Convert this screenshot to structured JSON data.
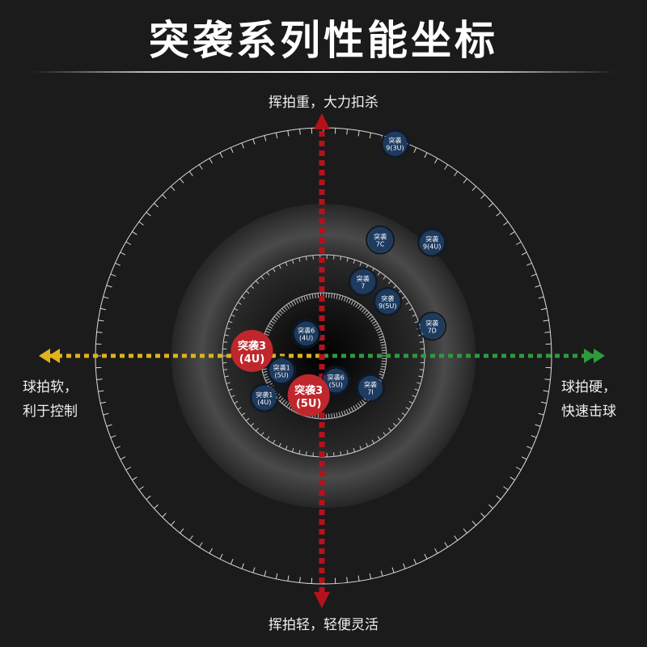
{
  "title": "突袭系列性能坐标",
  "axes": {
    "top": "挥拍重，大力扣杀",
    "bottom": "挥拍轻，轻便灵活",
    "left_line1": "球拍软，",
    "left_line2": "利于控制",
    "right_line1": "球拍硬，",
    "right_line2": "快速击球"
  },
  "colors": {
    "background": "#1b1b1b",
    "product_node": "#1d3a5f",
    "highlight_node": "#c0272d",
    "vertical_axis": "#b3121d",
    "left_axis": "#e0b21c",
    "right_axis": "#2f9a3c"
  },
  "chart_data": {
    "type": "scatter",
    "x_axis": {
      "negative_label": "球拍软，利于控制",
      "positive_label": "球拍硬，快速击球"
    },
    "y_axis": {
      "negative_label": "挥拍轻，轻便灵活",
      "positive_label": "挥拍重，大力扣杀"
    },
    "range": [
      -1,
      1
    ],
    "points": [
      {
        "line1": "突袭",
        "line2": "9(3U)",
        "x": 0.29,
        "y": 0.86,
        "highlight": false
      },
      {
        "line1": "突袭",
        "line2": "7C",
        "x": 0.23,
        "y": 0.47,
        "highlight": false
      },
      {
        "line1": "突袭",
        "line2": "9(4U)",
        "x": 0.44,
        "y": 0.46,
        "highlight": false
      },
      {
        "line1": "突袭",
        "line2": "7",
        "x": 0.16,
        "y": 0.3,
        "highlight": false
      },
      {
        "line1": "突袭",
        "line2": "9(5U)",
        "x": 0.26,
        "y": 0.22,
        "highlight": false
      },
      {
        "line1": "突袭",
        "line2": "7D",
        "x": 0.44,
        "y": 0.12,
        "highlight": false
      },
      {
        "line1": "突袭6",
        "line2": "(4U)",
        "x": -0.07,
        "y": 0.09,
        "highlight": false
      },
      {
        "line1": "突袭3",
        "line2": "(4U)",
        "x": -0.29,
        "y": 0.02,
        "highlight": true
      },
      {
        "line1": "突袭1",
        "line2": "(5U)",
        "x": -0.17,
        "y": -0.06,
        "highlight": false
      },
      {
        "line1": "突袭6",
        "line2": "(5U)",
        "x": 0.05,
        "y": -0.1,
        "highlight": false
      },
      {
        "line1": "突袭",
        "line2": "7I",
        "x": 0.19,
        "y": -0.13,
        "highlight": false
      },
      {
        "line1": "突袭1",
        "line2": "(4U)",
        "x": -0.24,
        "y": -0.17,
        "highlight": false
      },
      {
        "line1": "突袭3",
        "line2": "(5U)",
        "x": -0.06,
        "y": -0.16,
        "highlight": true
      }
    ]
  }
}
